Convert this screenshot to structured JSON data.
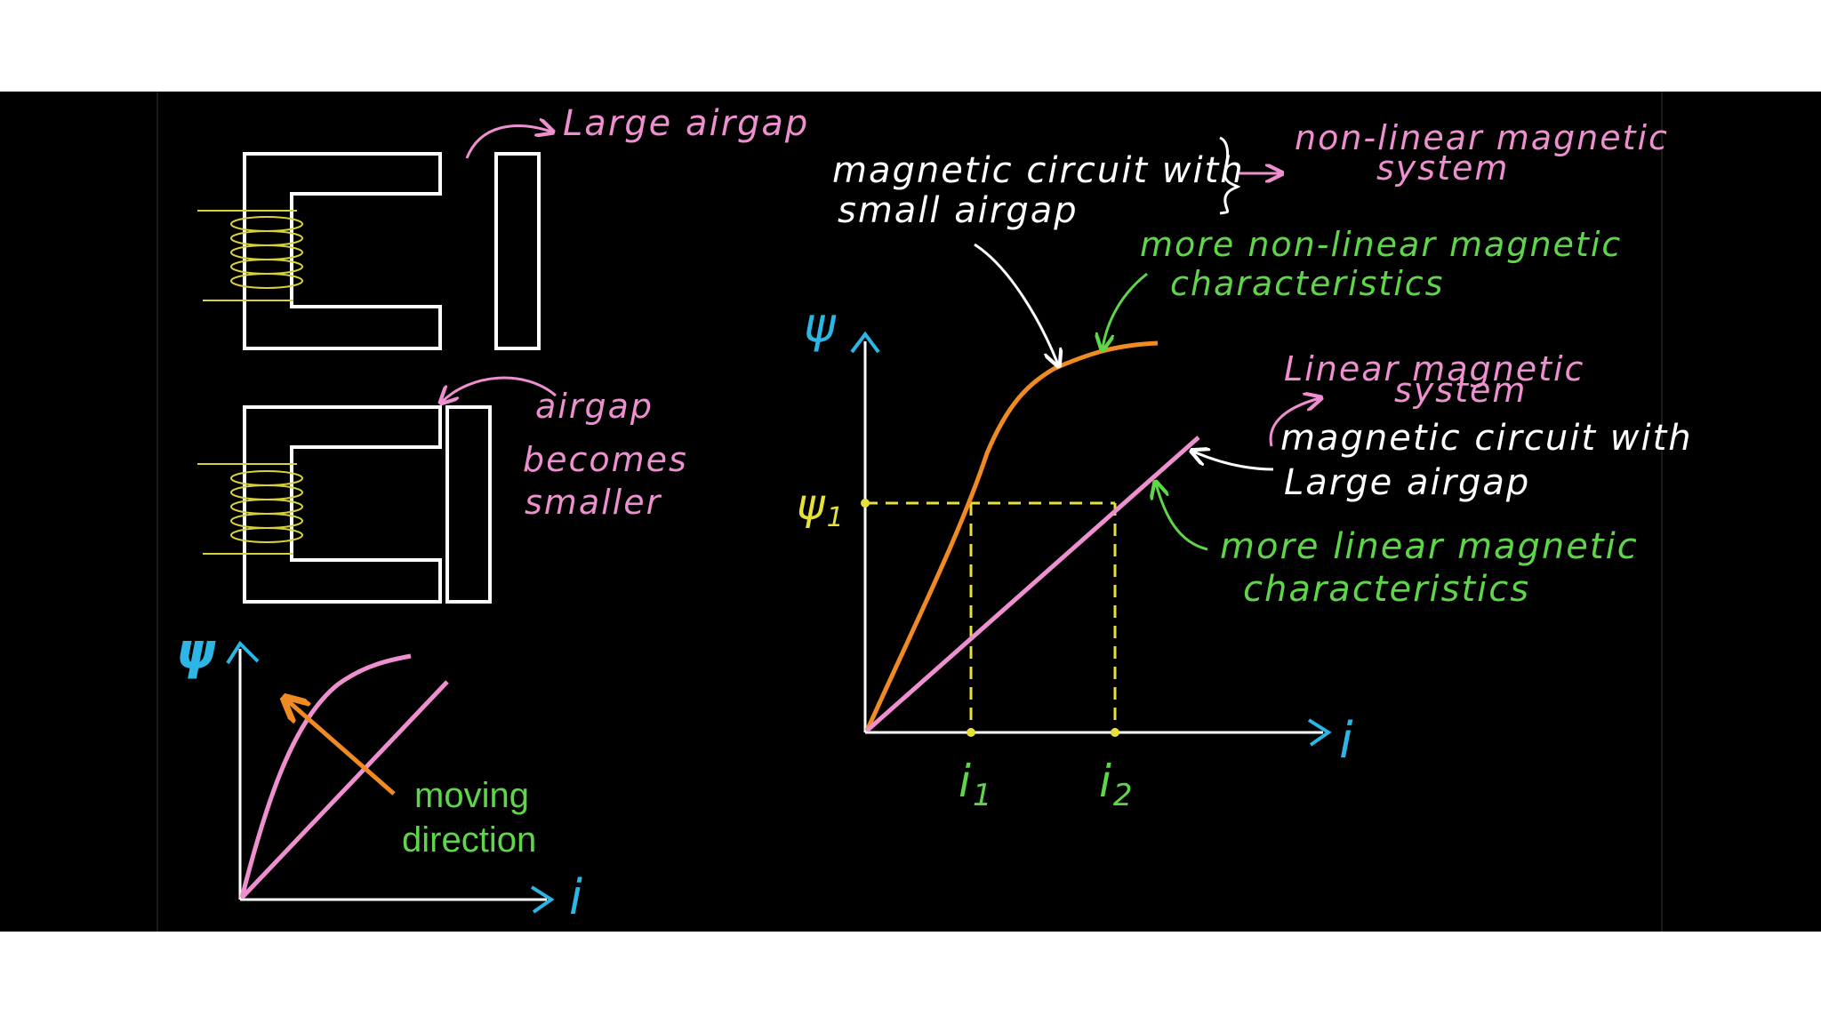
{
  "colors": {
    "background": "#000000",
    "core": "#ffffff",
    "coil": "#d8d23a",
    "pink": "#ee8fcf",
    "orange": "#f08a22",
    "green": "#5fd64a",
    "cyan": "#2bb6e6",
    "yellow_dash": "#e6e03a"
  },
  "top_left": {
    "large_airgap": "Large airgap"
  },
  "mid_left": {
    "airgap": "airgap",
    "becomes": "becomes",
    "smaller": "smaller"
  },
  "small_plot": {
    "y_axis": "ψ",
    "x_axis": "i",
    "moving_line1": "moving",
    "moving_line2": "direction"
  },
  "main_plot": {
    "y_axis": "ψ",
    "x_axis": "i",
    "psi1": "ψ",
    "psi1_sub": "1",
    "i1": "i",
    "i1_sub": "1",
    "i2": "i",
    "i2_sub": "2"
  },
  "annotations": {
    "small_airgap_line1": "magnetic circuit with",
    "small_airgap_line2": "small airgap",
    "nonlinear_system_line1": "non-linear magnetic",
    "nonlinear_system_line2": "system",
    "more_nonlinear_line1": "more non-linear magnetic",
    "more_nonlinear_line2": "characteristics",
    "linear_system_line1": "Linear magnetic",
    "linear_system_line2": "system",
    "large_airgap_line1": "magnetic circuit with",
    "large_airgap_line2": "Large airgap",
    "more_linear_line1": "more linear magnetic",
    "more_linear_line2": "characteristics"
  }
}
